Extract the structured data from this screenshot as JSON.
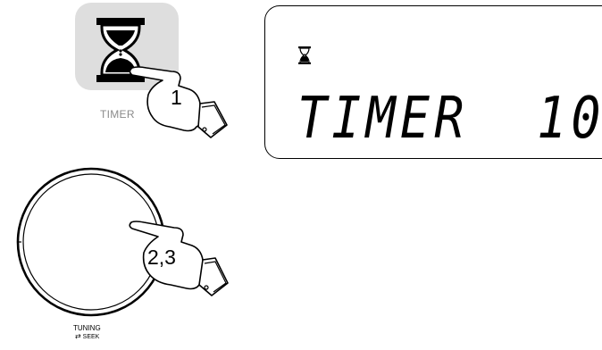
{
  "timer_button": {
    "label": "TIMER",
    "icon": "hourglass-icon",
    "color": "#dedede"
  },
  "display": {
    "icon": "hourglass-icon",
    "text": "TIMER  10"
  },
  "knob": {
    "label": "TUNING",
    "sub_label": "SEEK",
    "sub_icon": "double-arrow-icon"
  },
  "steps": {
    "timer_press": "1",
    "knob_press": "2,3"
  }
}
